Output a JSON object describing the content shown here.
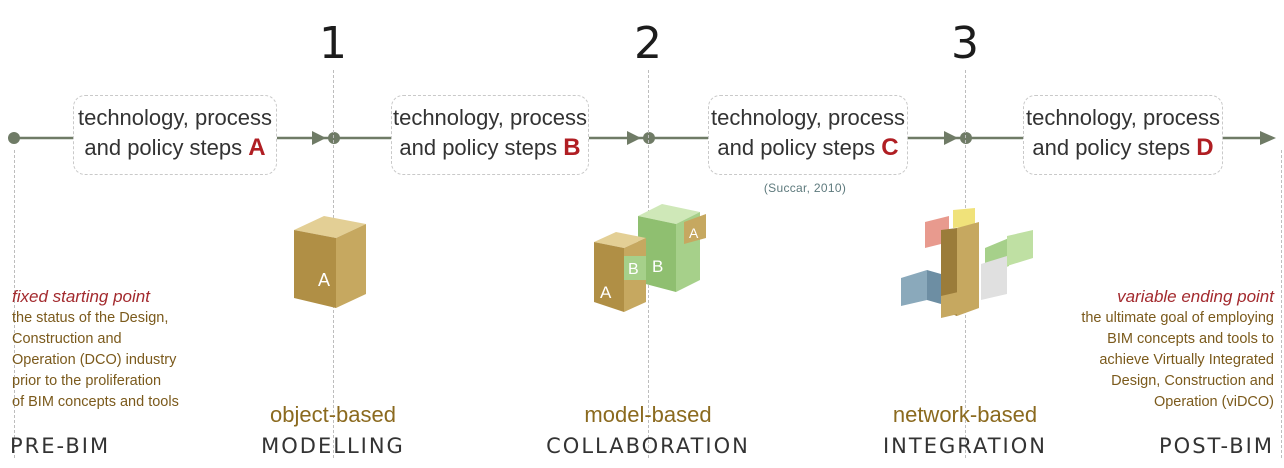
{
  "stages": [
    {
      "number": "1",
      "top": "object-based",
      "bottom": "MODELLING"
    },
    {
      "number": "2",
      "top": "model-based",
      "bottom": "COLLABORATION"
    },
    {
      "number": "3",
      "top": "network-based",
      "bottom": "INTEGRATION"
    }
  ],
  "steps": [
    {
      "line1": "technology, process",
      "line2": "and policy steps",
      "letter": "A"
    },
    {
      "line1": "technology, process",
      "line2": "and policy steps",
      "letter": "B"
    },
    {
      "line1": "technology, process",
      "line2": "and policy steps",
      "letter": "C"
    },
    {
      "line1": "technology, process",
      "line2": "and policy steps",
      "letter": "D"
    }
  ],
  "citation": "(Succar, 2010)",
  "pre_bim": {
    "title": "fixed starting point",
    "lines": [
      "the status of the Design,",
      "Construction and",
      "Operation (DCO) industry",
      "prior to the proliferation",
      "of BIM concepts and tools"
    ],
    "label": "PRE-BIM"
  },
  "post_bim": {
    "title": "variable ending point",
    "lines": [
      "the ultimate goal of employing",
      "BIM concepts and tools to",
      "achieve Virtually Integrated",
      "Design, Construction and",
      "Operation (viDCO)"
    ],
    "label": "POST-BIM"
  },
  "cube_labels": {
    "a": "A",
    "b": "B"
  },
  "colors": {
    "line": "#6f7b66",
    "accent_red": "#b01e23",
    "text_brown": "#7b5a1c",
    "cube_tan": "#c6a860",
    "cube_green": "#a6d08a"
  }
}
